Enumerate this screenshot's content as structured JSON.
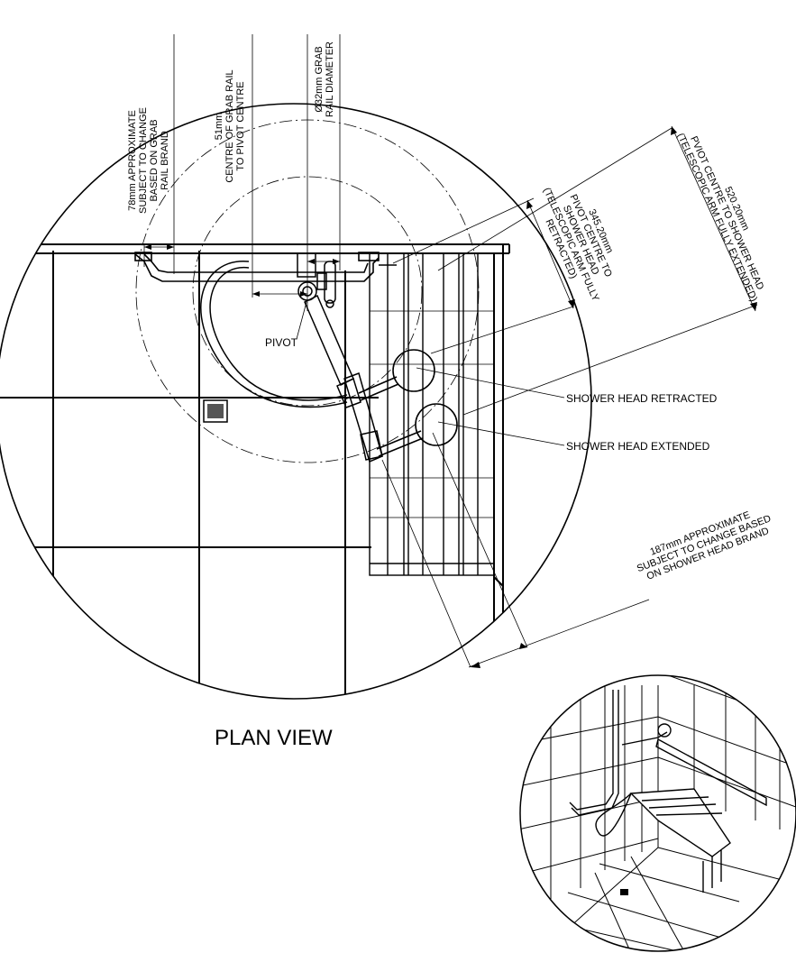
{
  "title": "PLAN VIEW",
  "dimensions": {
    "grab_rail_offset": [
      "78mm APPROXIMATE",
      "SUBJECT TO CHANGE",
      "BASED ON GRAB",
      "RAIL BRAND"
    ],
    "centre_to_pivot": [
      "51mm",
      "CENTRE OF GRAB RAIL",
      "TO PIVOT CENTRE"
    ],
    "rail_diameter": [
      "Ø32mm GRAB",
      "RAIL DIAMETER"
    ],
    "retracted_length": [
      "345.20mm",
      "PIVOT CENTRE TO",
      "SHOWER HEAD",
      "(TELESCOPIC ARM FULLY",
      "RETRACTED)"
    ],
    "extended_length": [
      "520.20mm",
      "PVIOT CENTRE TO SHOWER HEAD",
      "(TELESCOPIC ARM FULLY EXTENDED)"
    ],
    "head_offset": [
      "187mm APPROXIMATE",
      "SUBJECT TO CHANGE BASED",
      "ON SHOWER HEAD BRAND"
    ]
  },
  "labels": {
    "pivot": "PIVOT",
    "head_retracted": "SHOWER HEAD RETRACTED",
    "head_extended": "SHOWER HEAD EXTENDED"
  }
}
